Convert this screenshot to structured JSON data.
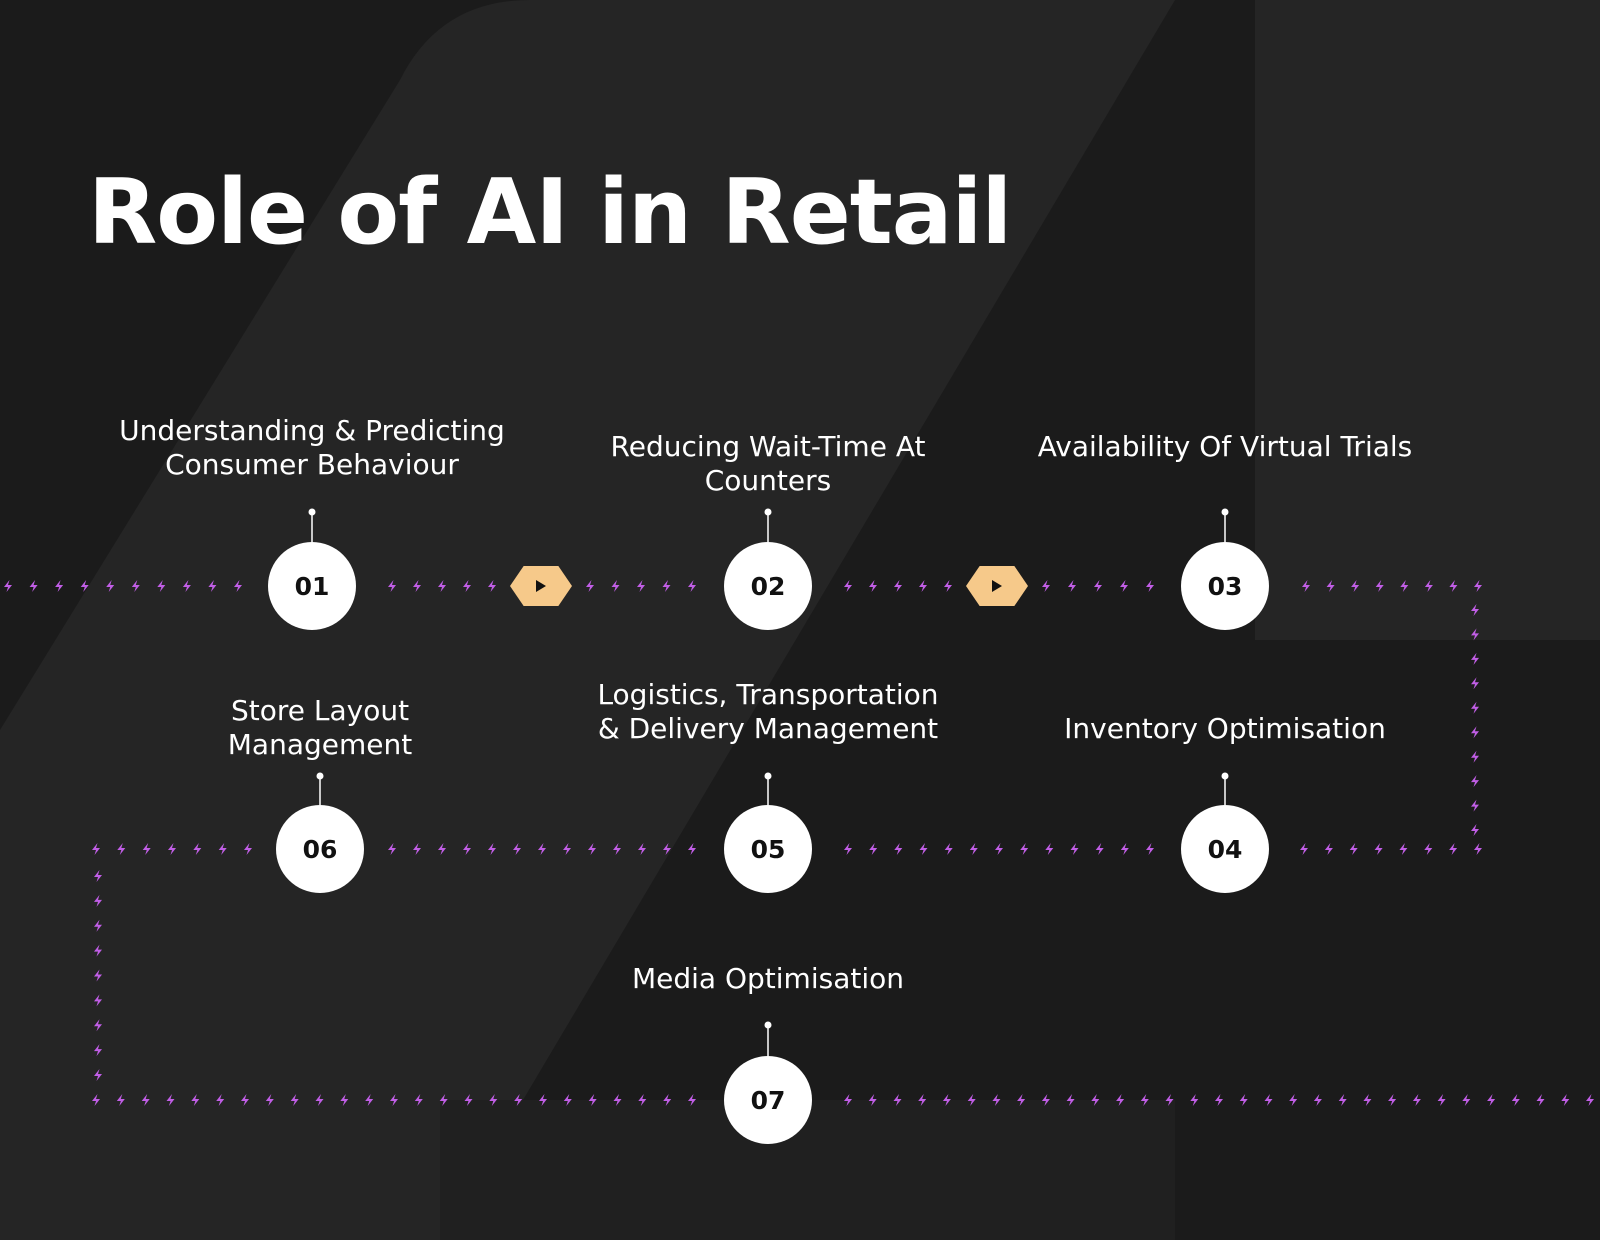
{
  "title": "Role of AI in Retail",
  "colors": {
    "background": "#1b1b1b",
    "shape": "#252525",
    "path": "#c15ee6",
    "node": "#ffffff",
    "arrow": "#f6c98a"
  },
  "steps": [
    {
      "number": "01",
      "label": "Understanding & Predicting Consumer Behaviour"
    },
    {
      "number": "02",
      "label": "Reducing Wait-Time At Counters"
    },
    {
      "number": "03",
      "label": "Availability Of Virtual Trials"
    },
    {
      "number": "04",
      "label": "Inventory Optimisation"
    },
    {
      "number": "05",
      "label": "Logistics, Transportation & Delivery Management"
    },
    {
      "number": "06",
      "label": "Store Layout Management"
    },
    {
      "number": "07",
      "label": "Media Optimisation"
    }
  ],
  "icons": {
    "arrow_1": "play-icon",
    "arrow_2": "play-icon",
    "path_marker": "lightning-bolt-icon"
  }
}
